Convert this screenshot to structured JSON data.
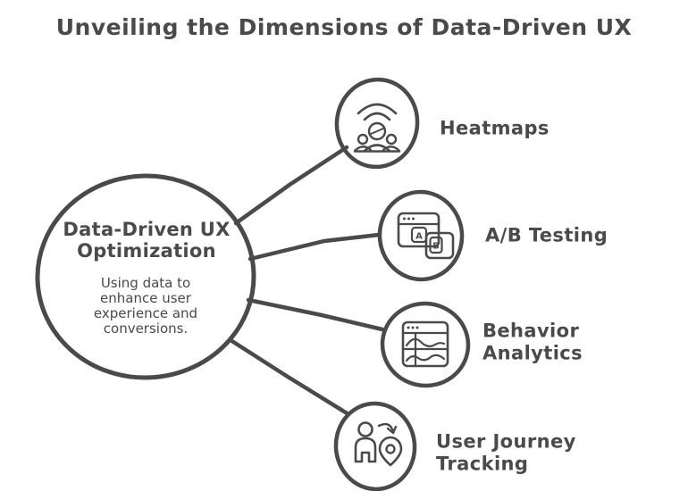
{
  "title": "Unveiling the Dimensions of Data-Driven UX",
  "central": {
    "title": "Data-Driven UX Optimization",
    "description": "Using data to enhance user experience and conversions."
  },
  "nodes": [
    {
      "label": "Heatmaps",
      "icon": "heatmaps-signal-people-icon"
    },
    {
      "label": "A/B Testing",
      "icon": "ab-testing-windows-icon",
      "letters": {
        "a": "A",
        "b": "B"
      }
    },
    {
      "label": "Behavior Analytics",
      "icon": "behavior-analytics-window-icon"
    },
    {
      "label": "User Journey Tracking",
      "icon": "user-journey-pin-icon"
    }
  ],
  "colors": {
    "stroke": "#4a4a4a",
    "background": "#ffffff"
  }
}
